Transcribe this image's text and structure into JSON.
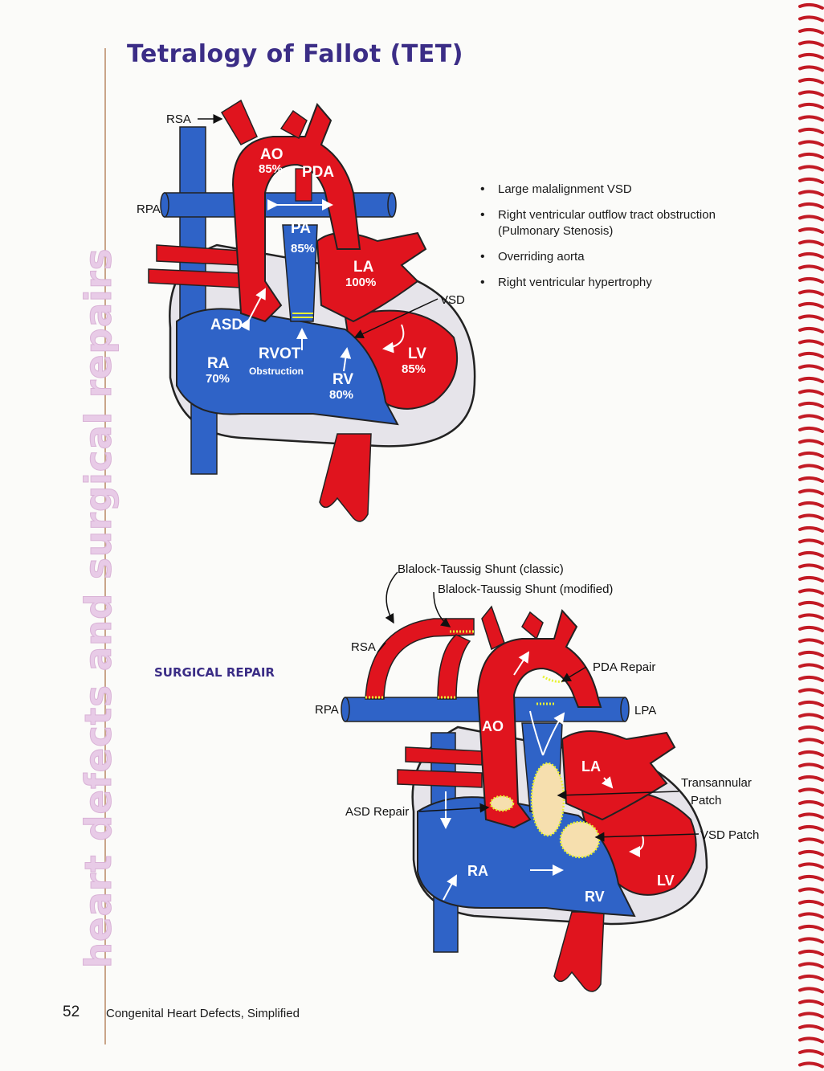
{
  "title": "Tetralogy of Fallot (TET)",
  "side_text": "heart defects and surgical repairs",
  "bullets": [
    "Large malalignment VSD",
    "Right ventricular outflow tract obstruction (Pulmonary Stenosis)",
    "Overriding aorta",
    "Right ventricular hypertrophy"
  ],
  "diagram1": {
    "rsa": "RSA",
    "rpa": "RPA",
    "ao": "AO",
    "ao_sat": "85%",
    "pda": "PDA",
    "pa": "PA",
    "pa_sat": "85%",
    "la": "LA",
    "la_sat": "100%",
    "vsd": "VSD",
    "asd": "ASD",
    "ra": "RA",
    "ra_sat": "70%",
    "rvot": "RVOT",
    "obstruction": "Obstruction",
    "rv": "RV",
    "rv_sat": "80%",
    "lv": "LV",
    "lv_sat": "85%"
  },
  "surgical_repair": "SURGICAL REPAIR",
  "diagram2": {
    "bt_classic": "Blalock-Taussig Shunt (classic)",
    "bt_modified": "Blalock-Taussig Shunt (modified)",
    "rsa": "RSA",
    "pda_repair": "PDA Repair",
    "rpa": "RPA",
    "lpa": "LPA",
    "ao": "AO",
    "la": "LA",
    "transannular_1": "Transannular",
    "transannular_2": "Patch",
    "asd_repair": "ASD Repair",
    "vsd_patch": "VSD Patch",
    "ra": "RA",
    "rv": "RV",
    "lv": "LV"
  },
  "footer": {
    "page_number": "52",
    "book_title": "Congenital Heart Defects, Simplified"
  },
  "colors": {
    "title": "#3b2d86",
    "red": "#e0141e",
    "blue": "#2f63c7",
    "patch": "#f6dfae",
    "side_text": "#e8cbe7"
  }
}
